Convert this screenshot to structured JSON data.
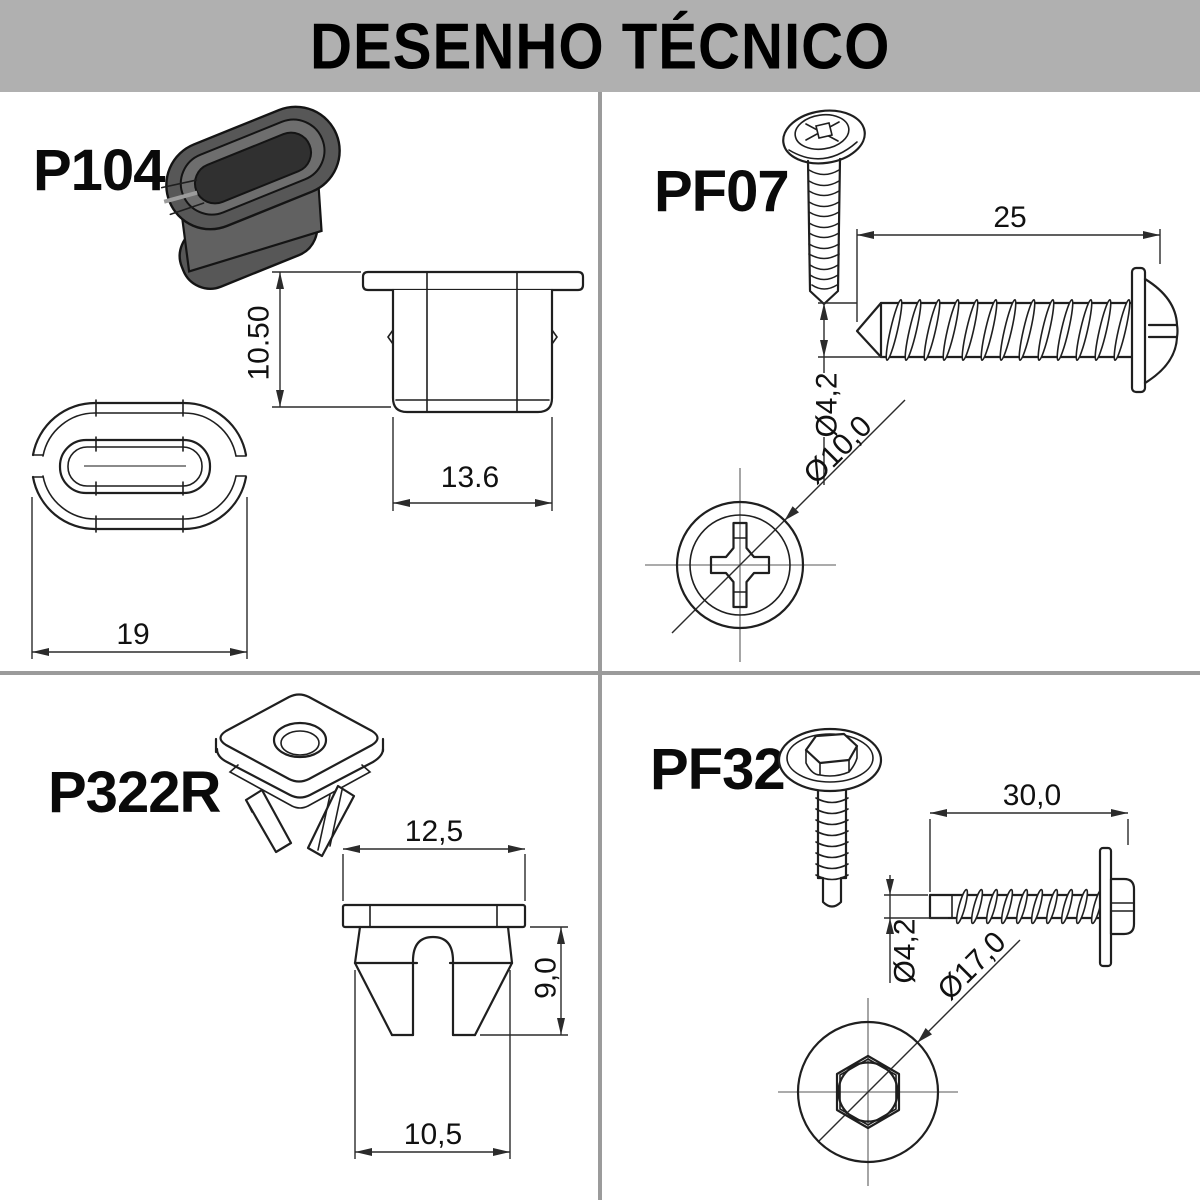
{
  "header": {
    "title": "DESENHO TÉCNICO"
  },
  "colors": {
    "header_bg": "#b0b0b0",
    "divider": "#9b9b9b",
    "drawing_line": "#1f1f1f",
    "part_3d_fill": "#575757"
  },
  "parts": {
    "p104": {
      "label": "P104",
      "dims": {
        "height": "10.50",
        "width": "13.6",
        "length": "19"
      }
    },
    "pf07": {
      "label": "PF07",
      "dims": {
        "length": "25",
        "thread_diameter": "Ø4,2",
        "head_diameter": "Ø10,0"
      }
    },
    "p322r": {
      "label": "P322R",
      "dims": {
        "top_width": "12,5",
        "height": "9,0",
        "bottom_width": "10,5"
      }
    },
    "pf32": {
      "label": "PF32",
      "dims": {
        "length": "30,0",
        "thread_diameter": "Ø4,2",
        "washer_diameter": "Ø17,0"
      }
    }
  }
}
